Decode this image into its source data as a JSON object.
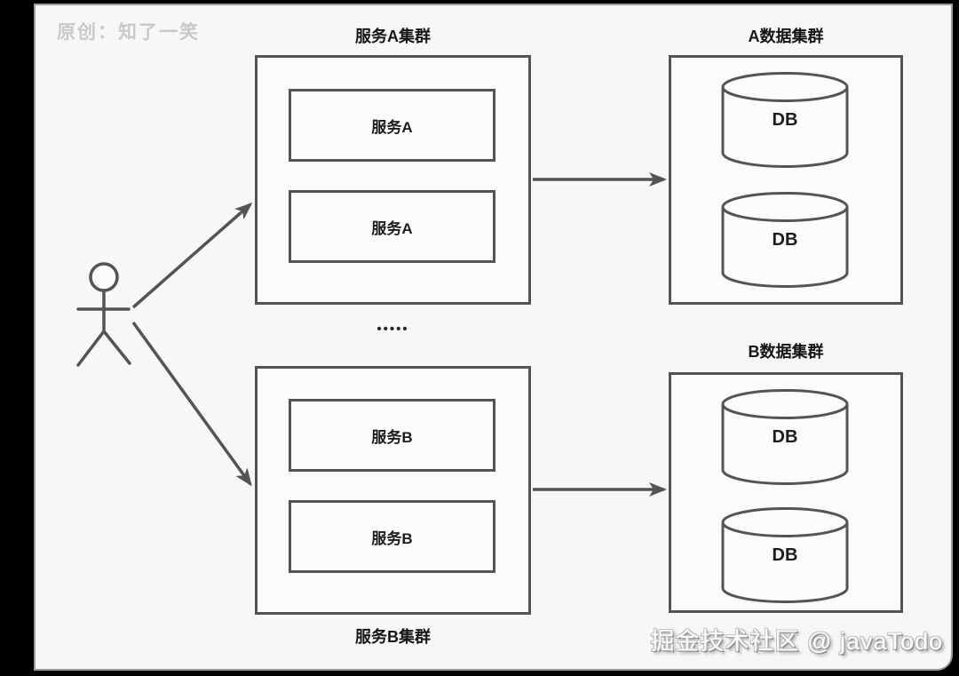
{
  "colors": {
    "page_bg": "#000000",
    "card_bg": "#f7f7f7",
    "stroke": "#545454",
    "watermark_light": "#c9c9c9"
  },
  "credits": {
    "author_watermark": "原创：知了一笑",
    "community_watermark": "掘金技术社区 @ javaTodo"
  },
  "diagram": {
    "ellipsis": "•••••",
    "clusters": {
      "service_a": {
        "title": "服务A集群",
        "nodes": [
          "服务A",
          "服务A"
        ]
      },
      "service_b": {
        "title": "服务B集群",
        "nodes": [
          "服务B",
          "服务B"
        ]
      },
      "data_a": {
        "title": "A数据集群",
        "nodes": [
          "DB",
          "DB"
        ]
      },
      "data_b": {
        "title": "B数据集群",
        "nodes": [
          "DB",
          "DB"
        ]
      }
    }
  }
}
